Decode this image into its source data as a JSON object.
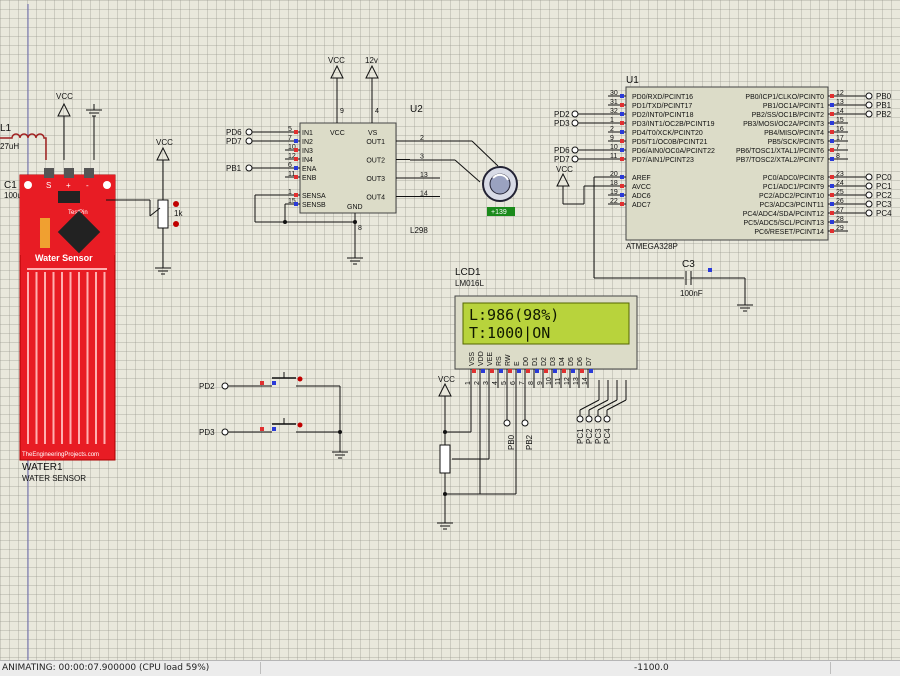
{
  "status": {
    "left": "ANIMATING: 00:00:07.900000 (CPU load 59%)",
    "right": "-1100.0"
  },
  "colors": {
    "wire": "#1a1a1a",
    "chip_fill": "#dcdcc8",
    "sensor_red": "#e81c24",
    "lcd_green": "#b8d33c",
    "pin_red": "#e03030",
    "pin_blue": "#2a3ad8",
    "grid_bg": "#e9e8dc"
  },
  "water": {
    "ref": "WATER1",
    "value": "WATER SENSOR",
    "board_title": "Water Sensor",
    "brand": "TheEngineeringProjects.com",
    "testpin": "TestPin",
    "s_label": "S",
    "plus_label": "+",
    "minus_label": "-"
  },
  "l1": {
    "ref": "L1",
    "value": "27uH"
  },
  "c1": {
    "ref": "C1",
    "value": "100u"
  },
  "pot1": {
    "vcc": "VCC",
    "value": "1k"
  },
  "vcc1": "VCC",
  "u2": {
    "ref": "U2",
    "part": "L298",
    "vcc_label": "VCC",
    "vs_label": "12v",
    "left_pins": [
      {
        "name": "IN1",
        "num": "5",
        "net": "PD6"
      },
      {
        "name": "IN2",
        "num": "7",
        "net": "PD7"
      },
      {
        "name": "IN3",
        "num": "10",
        "net": ""
      },
      {
        "name": "IN4",
        "num": "12",
        "net": ""
      },
      {
        "name": "ENA",
        "num": "6",
        "net": "PB1"
      },
      {
        "name": "ENB",
        "num": "11",
        "net": ""
      },
      {
        "name": "SENSA",
        "num": "1",
        "net": ""
      },
      {
        "name": "SENSB",
        "num": "15",
        "net": ""
      }
    ],
    "right_pins": [
      {
        "name": "OUT1",
        "num": "2"
      },
      {
        "name": "OUT2",
        "num": "3"
      },
      {
        "name": "OUT3",
        "num": "13"
      },
      {
        "name": "OUT4",
        "num": "14"
      }
    ],
    "top_pins": [
      {
        "name": "VCC",
        "num": "9"
      },
      {
        "name": "VS",
        "num": "4"
      }
    ],
    "bottom_pin": {
      "name": "GND",
      "num": "8"
    }
  },
  "motor": {
    "readout": "+139"
  },
  "u1": {
    "ref": "U1",
    "part": "ATMEGA328P",
    "left_pins": [
      {
        "name": "PD0/RXD/PCINT16",
        "num": "30",
        "net": ""
      },
      {
        "name": "PD1/TXD/PCINT17",
        "num": "31",
        "net": ""
      },
      {
        "name": "PD2/INT0/PCINT18",
        "num": "32",
        "net": "PD2"
      },
      {
        "name": "PD3/INT1/OC2B/PCINT19",
        "num": "1",
        "net": "PD3"
      },
      {
        "name": "PD4/T0/XCK/PCINT20",
        "num": "2",
        "net": ""
      },
      {
        "name": "PD5/T1/OC0B/PCINT21",
        "num": "9",
        "net": ""
      },
      {
        "name": "PD6/AIN0/OC0A/PCINT22",
        "num": "10",
        "net": "PD6"
      },
      {
        "name": "PD7/AIN1/PCINT23",
        "num": "11",
        "net": "PD7"
      },
      {
        "name": "AREF",
        "num": "20",
        "net": ""
      },
      {
        "name": "AVCC",
        "num": "18",
        "net": ""
      },
      {
        "name": "ADC6",
        "num": "19",
        "net": ""
      },
      {
        "name": "ADC7",
        "num": "22",
        "net": ""
      }
    ],
    "right_pins": [
      {
        "name": "PB0/ICP1/CLKO/PCINT0",
        "num": "12",
        "net": "PB0"
      },
      {
        "name": "PB1/OC1A/PCINT1",
        "num": "13",
        "net": "PB1"
      },
      {
        "name": "PB2/SS/OC1B/PCINT2",
        "num": "14",
        "net": "PB2"
      },
      {
        "name": "PB3/MOSI/OC2A/PCINT3",
        "num": "15",
        "net": ""
      },
      {
        "name": "PB4/MISO/PCINT4",
        "num": "16",
        "net": ""
      },
      {
        "name": "PB5/SCK/PCINT5",
        "num": "17",
        "net": ""
      },
      {
        "name": "PB6/TOSC1/XTAL1/PCINT6",
        "num": "7",
        "net": ""
      },
      {
        "name": "PB7/TOSC2/XTAL2/PCINT7",
        "num": "8",
        "net": ""
      },
      {
        "name": "PC0/ADC0/PCINT8",
        "num": "23",
        "net": "PC0"
      },
      {
        "name": "PC1/ADC1/PCINT9",
        "num": "24",
        "net": "PC1"
      },
      {
        "name": "PC2/ADC2/PCINT10",
        "num": "25",
        "net": "PC2"
      },
      {
        "name": "PC3/ADC3/PCINT11",
        "num": "26",
        "net": "PC3"
      },
      {
        "name": "PC4/ADC4/SDA/PCINT12",
        "num": "27",
        "net": "PC4"
      },
      {
        "name": "PC5/ADC5/SCL/PCINT13",
        "num": "28",
        "net": ""
      },
      {
        "name": "PC6/RESET/PCINT14",
        "num": "29",
        "net": ""
      }
    ],
    "vcc_label": "VCC"
  },
  "c3": {
    "ref": "C3",
    "value": "100nF"
  },
  "lcd": {
    "ref": "LCD1",
    "part": "LM016L",
    "line1": "L:986(98%)",
    "line2": "T:1000|ON",
    "pins": [
      {
        "name": "VSS",
        "num": "1"
      },
      {
        "name": "VDD",
        "num": "2"
      },
      {
        "name": "VEE",
        "num": "3"
      },
      {
        "name": "RS",
        "num": "4"
      },
      {
        "name": "RW",
        "num": "5"
      },
      {
        "name": "E",
        "num": "6"
      },
      {
        "name": "D0",
        "num": "7"
      },
      {
        "name": "D1",
        "num": "8"
      },
      {
        "name": "D2",
        "num": "9"
      },
      {
        "name": "D3",
        "num": "10"
      },
      {
        "name": "D4",
        "num": "11"
      },
      {
        "name": "D5",
        "num": "12"
      },
      {
        "name": "D6",
        "num": "13"
      },
      {
        "name": "D7",
        "num": "14"
      }
    ],
    "vcc_label": "VCC",
    "rs_net": "PB0",
    "e_net": "PB2",
    "data_nets": [
      "PC1",
      "PC2",
      "PC3",
      "PC4"
    ]
  },
  "buttons": {
    "b1_net": "PD2",
    "b2_net": "PD3"
  }
}
